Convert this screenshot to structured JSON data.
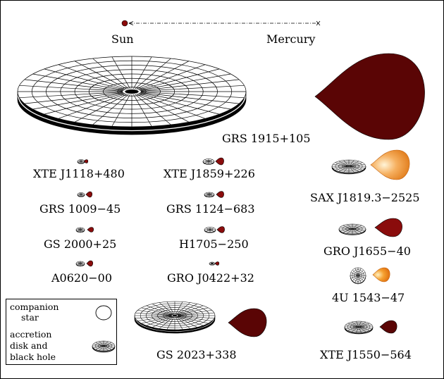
{
  "scale": {
    "sun_label": "Sun",
    "mercury_label": "Mercury"
  },
  "systems": [
    {
      "id": "grs1915",
      "label": "GRS 1915+105"
    },
    {
      "id": "xtej1118",
      "label": "XTE J1118+480"
    },
    {
      "id": "xtej1859",
      "label": "XTE J1859+226"
    },
    {
      "id": "saxj1819",
      "label": "SAX J1819.3−2525"
    },
    {
      "id": "grs1009",
      "label": "GRS 1009−45"
    },
    {
      "id": "grs1124",
      "label": "GRS 1124−683"
    },
    {
      "id": "gs2000",
      "label": "GS 2000+25"
    },
    {
      "id": "h1705",
      "label": "H1705−250"
    },
    {
      "id": "groj1655",
      "label": "GRO J1655−40"
    },
    {
      "id": "a0620",
      "label": "A0620−00"
    },
    {
      "id": "groj0422",
      "label": "GRO J0422+32"
    },
    {
      "id": "4u1543",
      "label": "4U 1543−47"
    },
    {
      "id": "gs2023",
      "label": "GS 2023+338"
    },
    {
      "id": "xtej1550",
      "label": "XTE J1550−564"
    }
  ],
  "legend": {
    "companion_line1": "companion",
    "companion_line2": "star",
    "disk_line1": "accretion",
    "disk_line2": "disk  and",
    "disk_line3": "black hole"
  },
  "colors": {
    "dark_red_star": "#5a0505",
    "red_star": "#8a0c0c",
    "orange_star": "#f29838",
    "sun": "#8b0a0a"
  }
}
